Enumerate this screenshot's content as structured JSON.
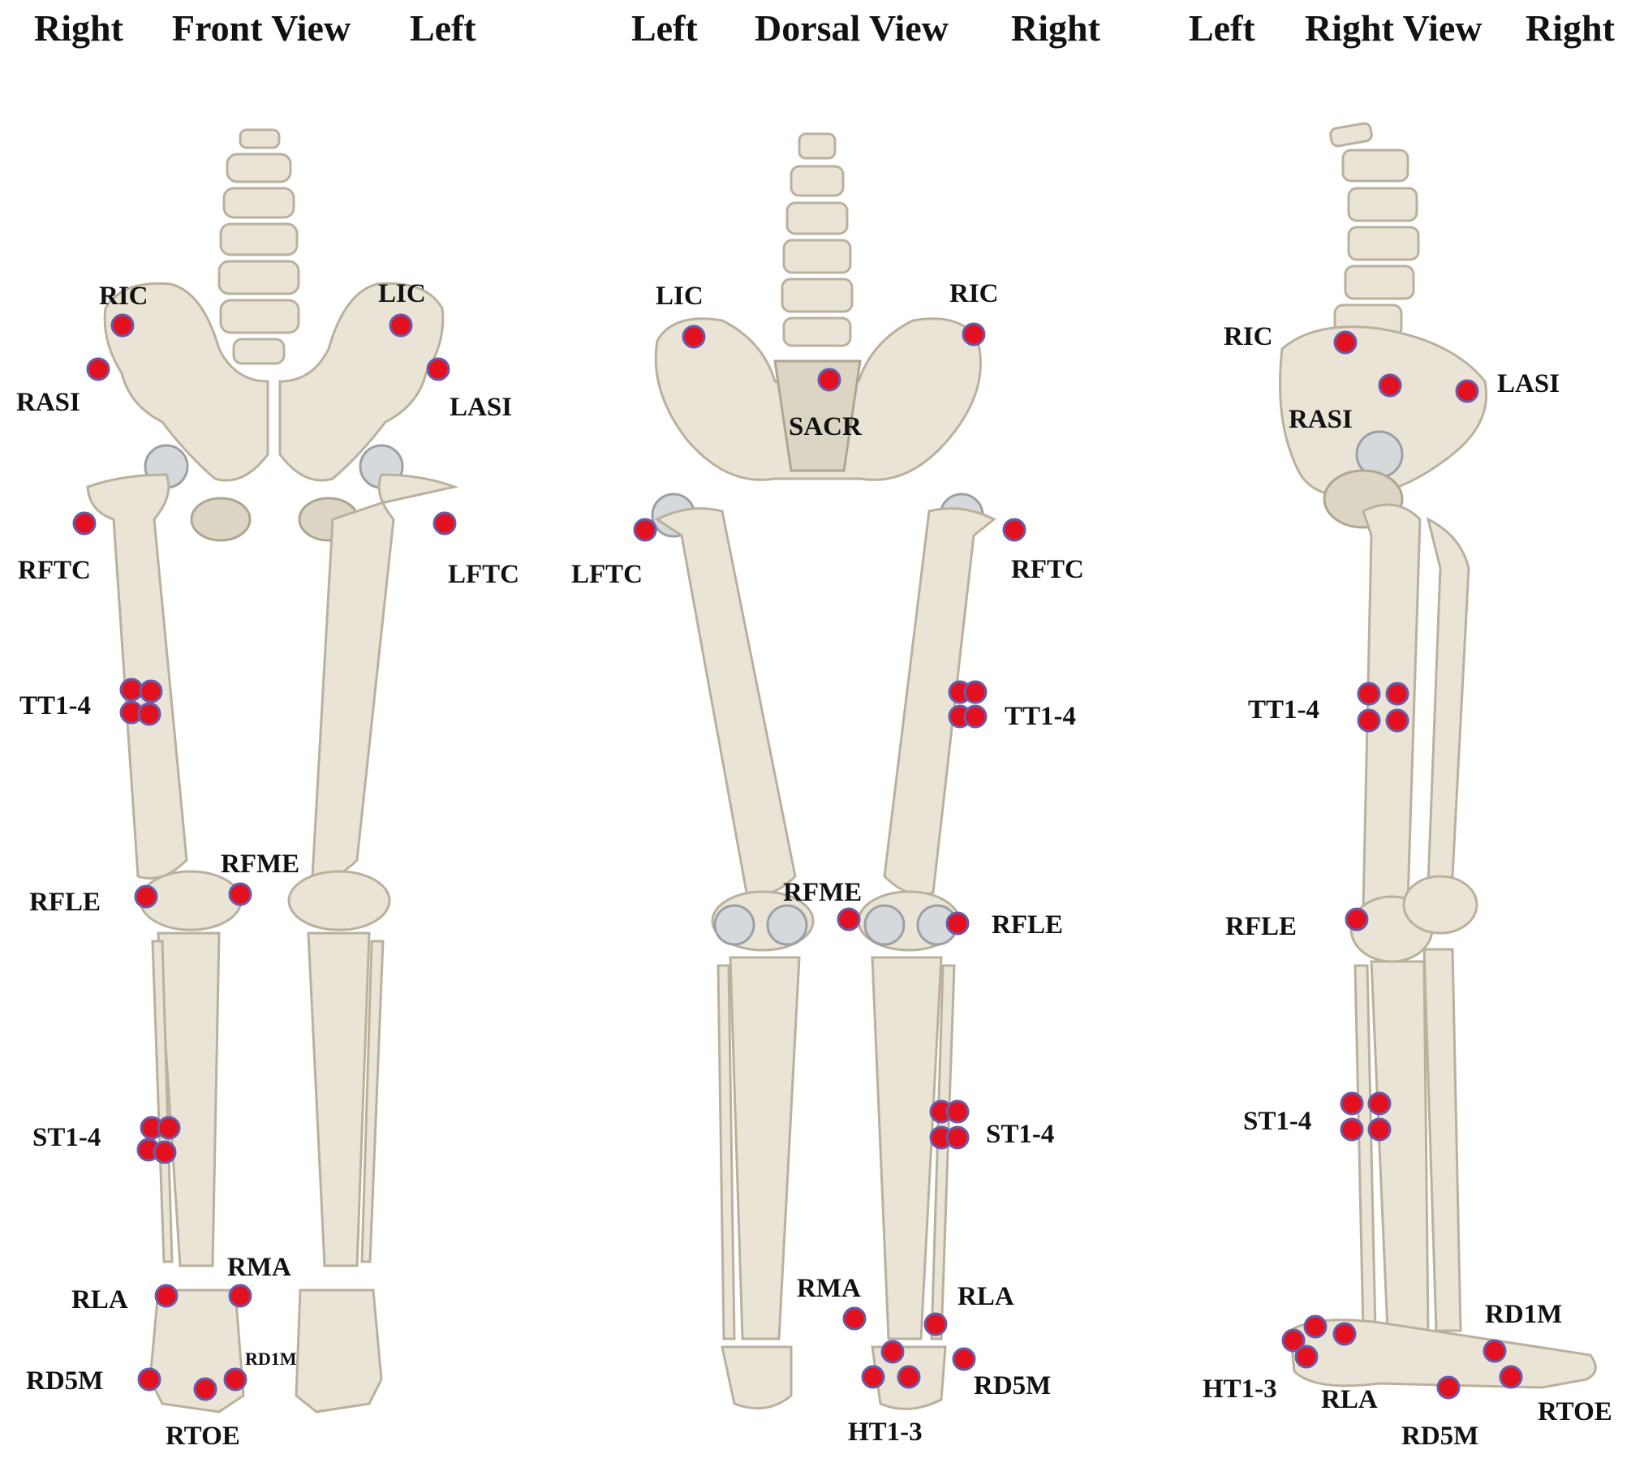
{
  "colors": {
    "marker": "#e3101f",
    "marker_outline": "#6a5aa8",
    "bone": "#e9e4d6"
  },
  "views": [
    {
      "id": "front",
      "side_left": "Right",
      "title": "Front View",
      "side_right": "Left",
      "markers": [
        {
          "name": "RIC",
          "label": "RIC"
        },
        {
          "name": "LIC",
          "label": "LIC"
        },
        {
          "name": "RASI",
          "label": "RASI"
        },
        {
          "name": "LASI",
          "label": "LASI"
        },
        {
          "name": "RFTC",
          "label": "RFTC"
        },
        {
          "name": "LFTC",
          "label": "LFTC"
        },
        {
          "name": "TT1-4",
          "label": "TT1-4"
        },
        {
          "name": "RFME",
          "label": "RFME"
        },
        {
          "name": "RFLE",
          "label": "RFLE"
        },
        {
          "name": "ST1-4",
          "label": "ST1-4"
        },
        {
          "name": "RMA",
          "label": "RMA"
        },
        {
          "name": "RLA",
          "label": "RLA"
        },
        {
          "name": "RD1M",
          "label": "RD1M"
        },
        {
          "name": "RD5M",
          "label": "RD5M"
        },
        {
          "name": "RTOE",
          "label": "RTOE"
        }
      ]
    },
    {
      "id": "dorsal",
      "side_left": "Left",
      "title": "Dorsal View",
      "side_right": "Right",
      "markers": [
        {
          "name": "LIC",
          "label": "LIC"
        },
        {
          "name": "RIC",
          "label": "RIC"
        },
        {
          "name": "SACR",
          "label": "SACR"
        },
        {
          "name": "LFTC",
          "label": "LFTC"
        },
        {
          "name": "RFTC",
          "label": "RFTC"
        },
        {
          "name": "TT1-4",
          "label": "TT1-4"
        },
        {
          "name": "RFME",
          "label": "RFME"
        },
        {
          "name": "RFLE",
          "label": "RFLE"
        },
        {
          "name": "ST1-4",
          "label": "ST1-4"
        },
        {
          "name": "RMA",
          "label": "RMA"
        },
        {
          "name": "RLA",
          "label": "RLA"
        },
        {
          "name": "RD5M",
          "label": "RD5M"
        },
        {
          "name": "HT1-3",
          "label": "HT1-3"
        }
      ]
    },
    {
      "id": "right",
      "side_left": "Left",
      "title": "Right View",
      "side_right": "Right",
      "markers": [
        {
          "name": "RIC",
          "label": "RIC"
        },
        {
          "name": "RASI",
          "label": "RASI"
        },
        {
          "name": "LASI",
          "label": "LASI"
        },
        {
          "name": "TT1-4",
          "label": "TT1-4"
        },
        {
          "name": "RFLE",
          "label": "RFLE"
        },
        {
          "name": "ST1-4",
          "label": "ST1-4"
        },
        {
          "name": "RD1M",
          "label": "RD1M"
        },
        {
          "name": "HT1-3",
          "label": "HT1-3"
        },
        {
          "name": "RLA",
          "label": "RLA"
        },
        {
          "name": "RD5M",
          "label": "RD5M"
        },
        {
          "name": "RTOE",
          "label": "RTOE"
        }
      ]
    }
  ]
}
